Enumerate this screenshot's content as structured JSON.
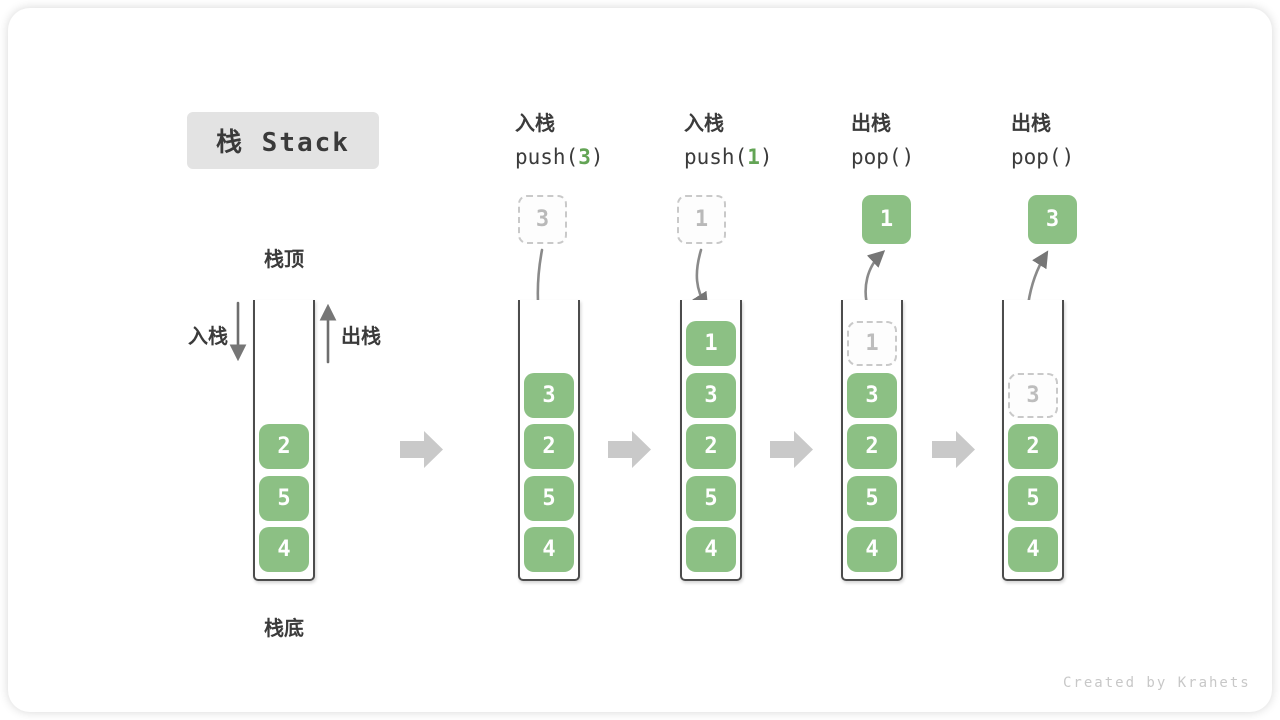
{
  "page": {
    "title_badge": "栈 Stack",
    "watermark": "Created by Krahets"
  },
  "colors": {
    "item_green": "#8cc084",
    "code_arg_green": "#63a455",
    "ghost_gray": "#c9c9c9",
    "arrow_gray": "#767676",
    "step_arrow_gray": "#c9c9c9",
    "text_dark": "#3b3b3b",
    "badge_bg": "#e3e3e3"
  },
  "diagram_labels": {
    "stack_top": "栈顶",
    "stack_bottom": "栈底",
    "push_side": "入栈",
    "pop_side": "出栈"
  },
  "columns": [
    {
      "name": "initial-stack",
      "items": [
        {
          "value": "2"
        },
        {
          "value": "5"
        },
        {
          "value": "4"
        }
      ]
    },
    {
      "name": "push-3",
      "header_cn": "入栈",
      "code_prefix": "push(",
      "code_arg": "3",
      "code_suffix": ")",
      "top_box": {
        "value": "3",
        "variant": "ghost"
      },
      "items": [
        {
          "value": "3"
        },
        {
          "value": "2"
        },
        {
          "value": "5"
        },
        {
          "value": "4"
        }
      ]
    },
    {
      "name": "push-1",
      "header_cn": "入栈",
      "code_prefix": "push(",
      "code_arg": "1",
      "code_suffix": ")",
      "top_box": {
        "value": "1",
        "variant": "ghost"
      },
      "items": [
        {
          "value": "1"
        },
        {
          "value": "3"
        },
        {
          "value": "2"
        },
        {
          "value": "5"
        },
        {
          "value": "4"
        }
      ]
    },
    {
      "name": "pop-1",
      "header_cn": "出栈",
      "code_prefix": "pop()",
      "code_arg": "",
      "code_suffix": "",
      "top_box": {
        "value": "1",
        "variant": "solid"
      },
      "items": [
        {
          "value": "1",
          "state": "ghost"
        },
        {
          "value": "3"
        },
        {
          "value": "2"
        },
        {
          "value": "5"
        },
        {
          "value": "4"
        }
      ]
    },
    {
      "name": "pop-2",
      "header_cn": "出栈",
      "code_prefix": "pop()",
      "code_arg": "",
      "code_suffix": "",
      "top_box": {
        "value": "3",
        "variant": "solid"
      },
      "items": [
        {
          "value": "3",
          "state": "ghost"
        },
        {
          "value": "2"
        },
        {
          "value": "5"
        },
        {
          "value": "4"
        }
      ]
    }
  ]
}
